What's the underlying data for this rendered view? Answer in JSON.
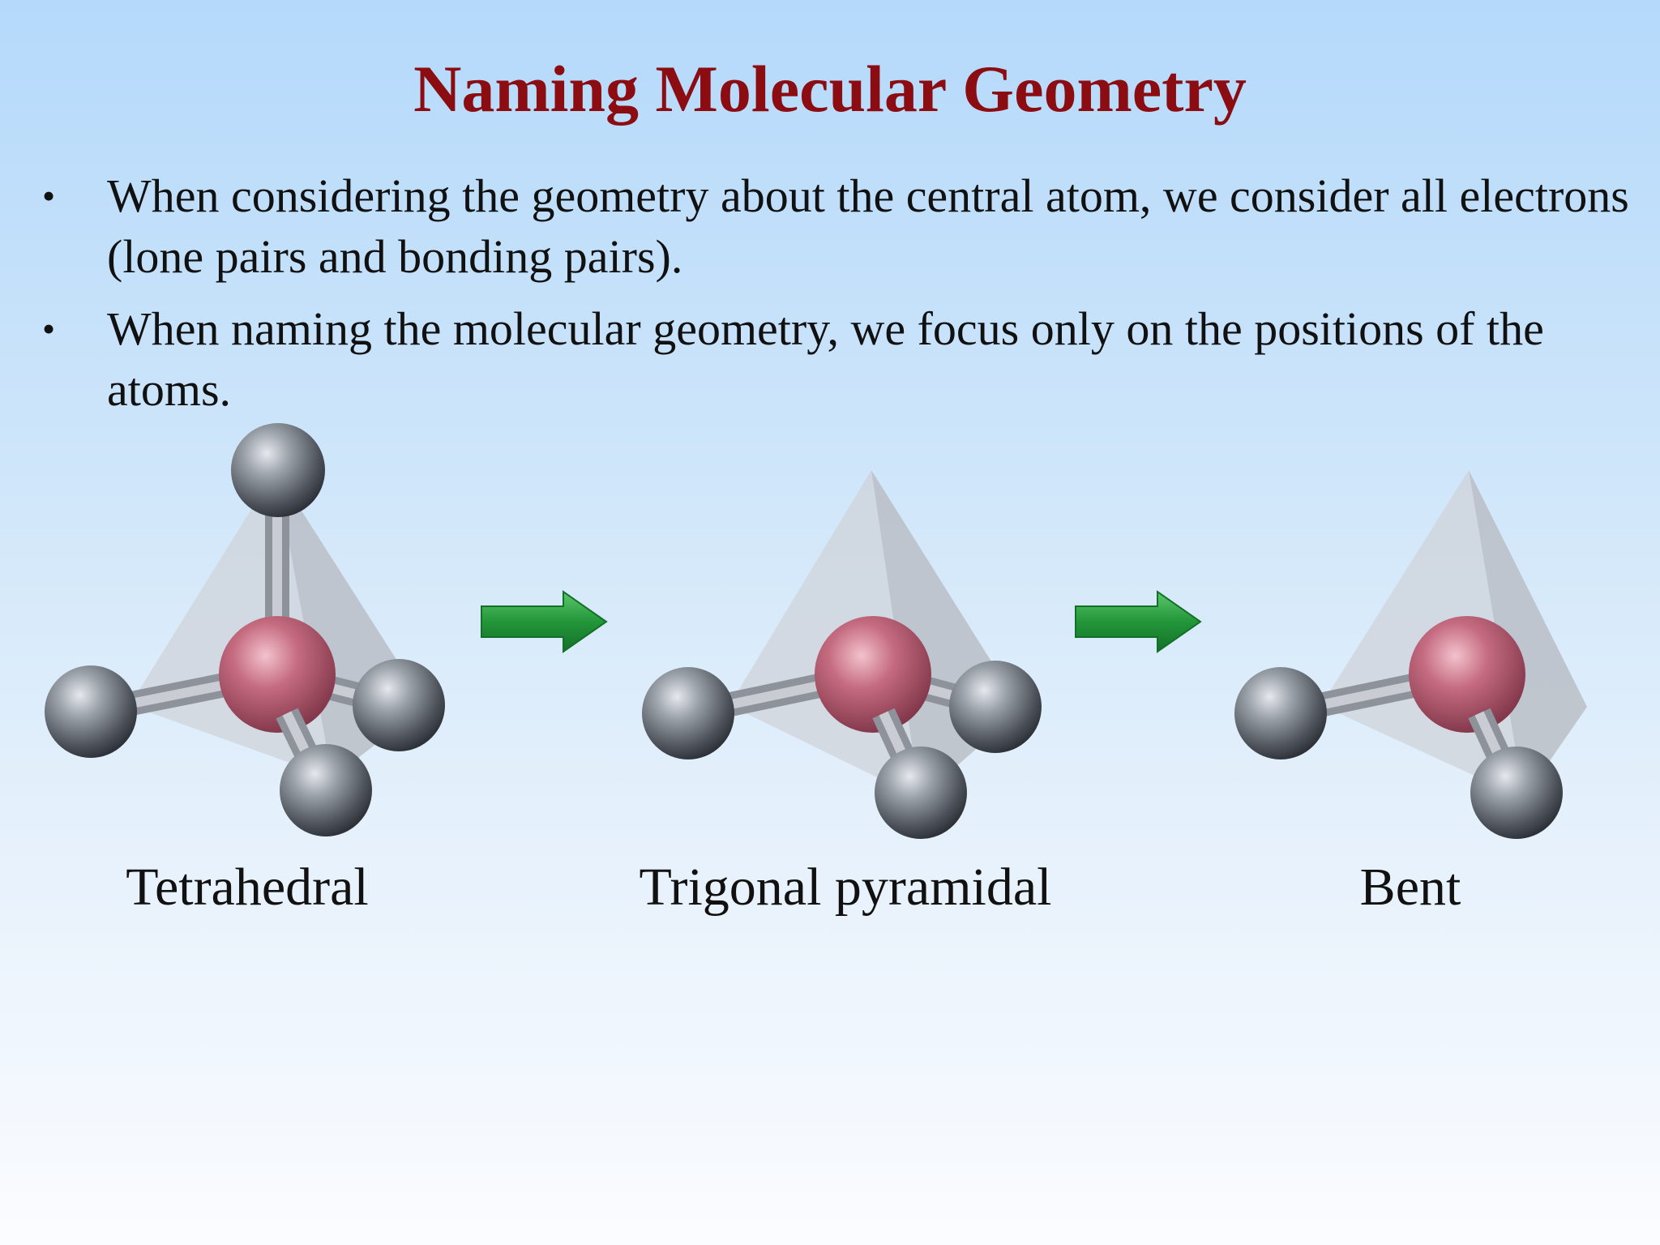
{
  "slide": {
    "title": "Naming Molecular Geometry",
    "bullets": [
      "When considering the geometry about the central atom, we consider all electrons (lone pairs and bonding pairs).",
      "When naming the molecular geometry, we focus only on the positions of the atoms."
    ]
  },
  "molecules": [
    {
      "label": "Tetrahedral"
    },
    {
      "label": "Trigonal pyramidal"
    },
    {
      "label": "Bent"
    }
  ],
  "colors": {
    "title": "#8b0d12",
    "central_atom": "#c46b80",
    "outer_atom": "#6e737b",
    "arrow": "#2a9a3a"
  }
}
